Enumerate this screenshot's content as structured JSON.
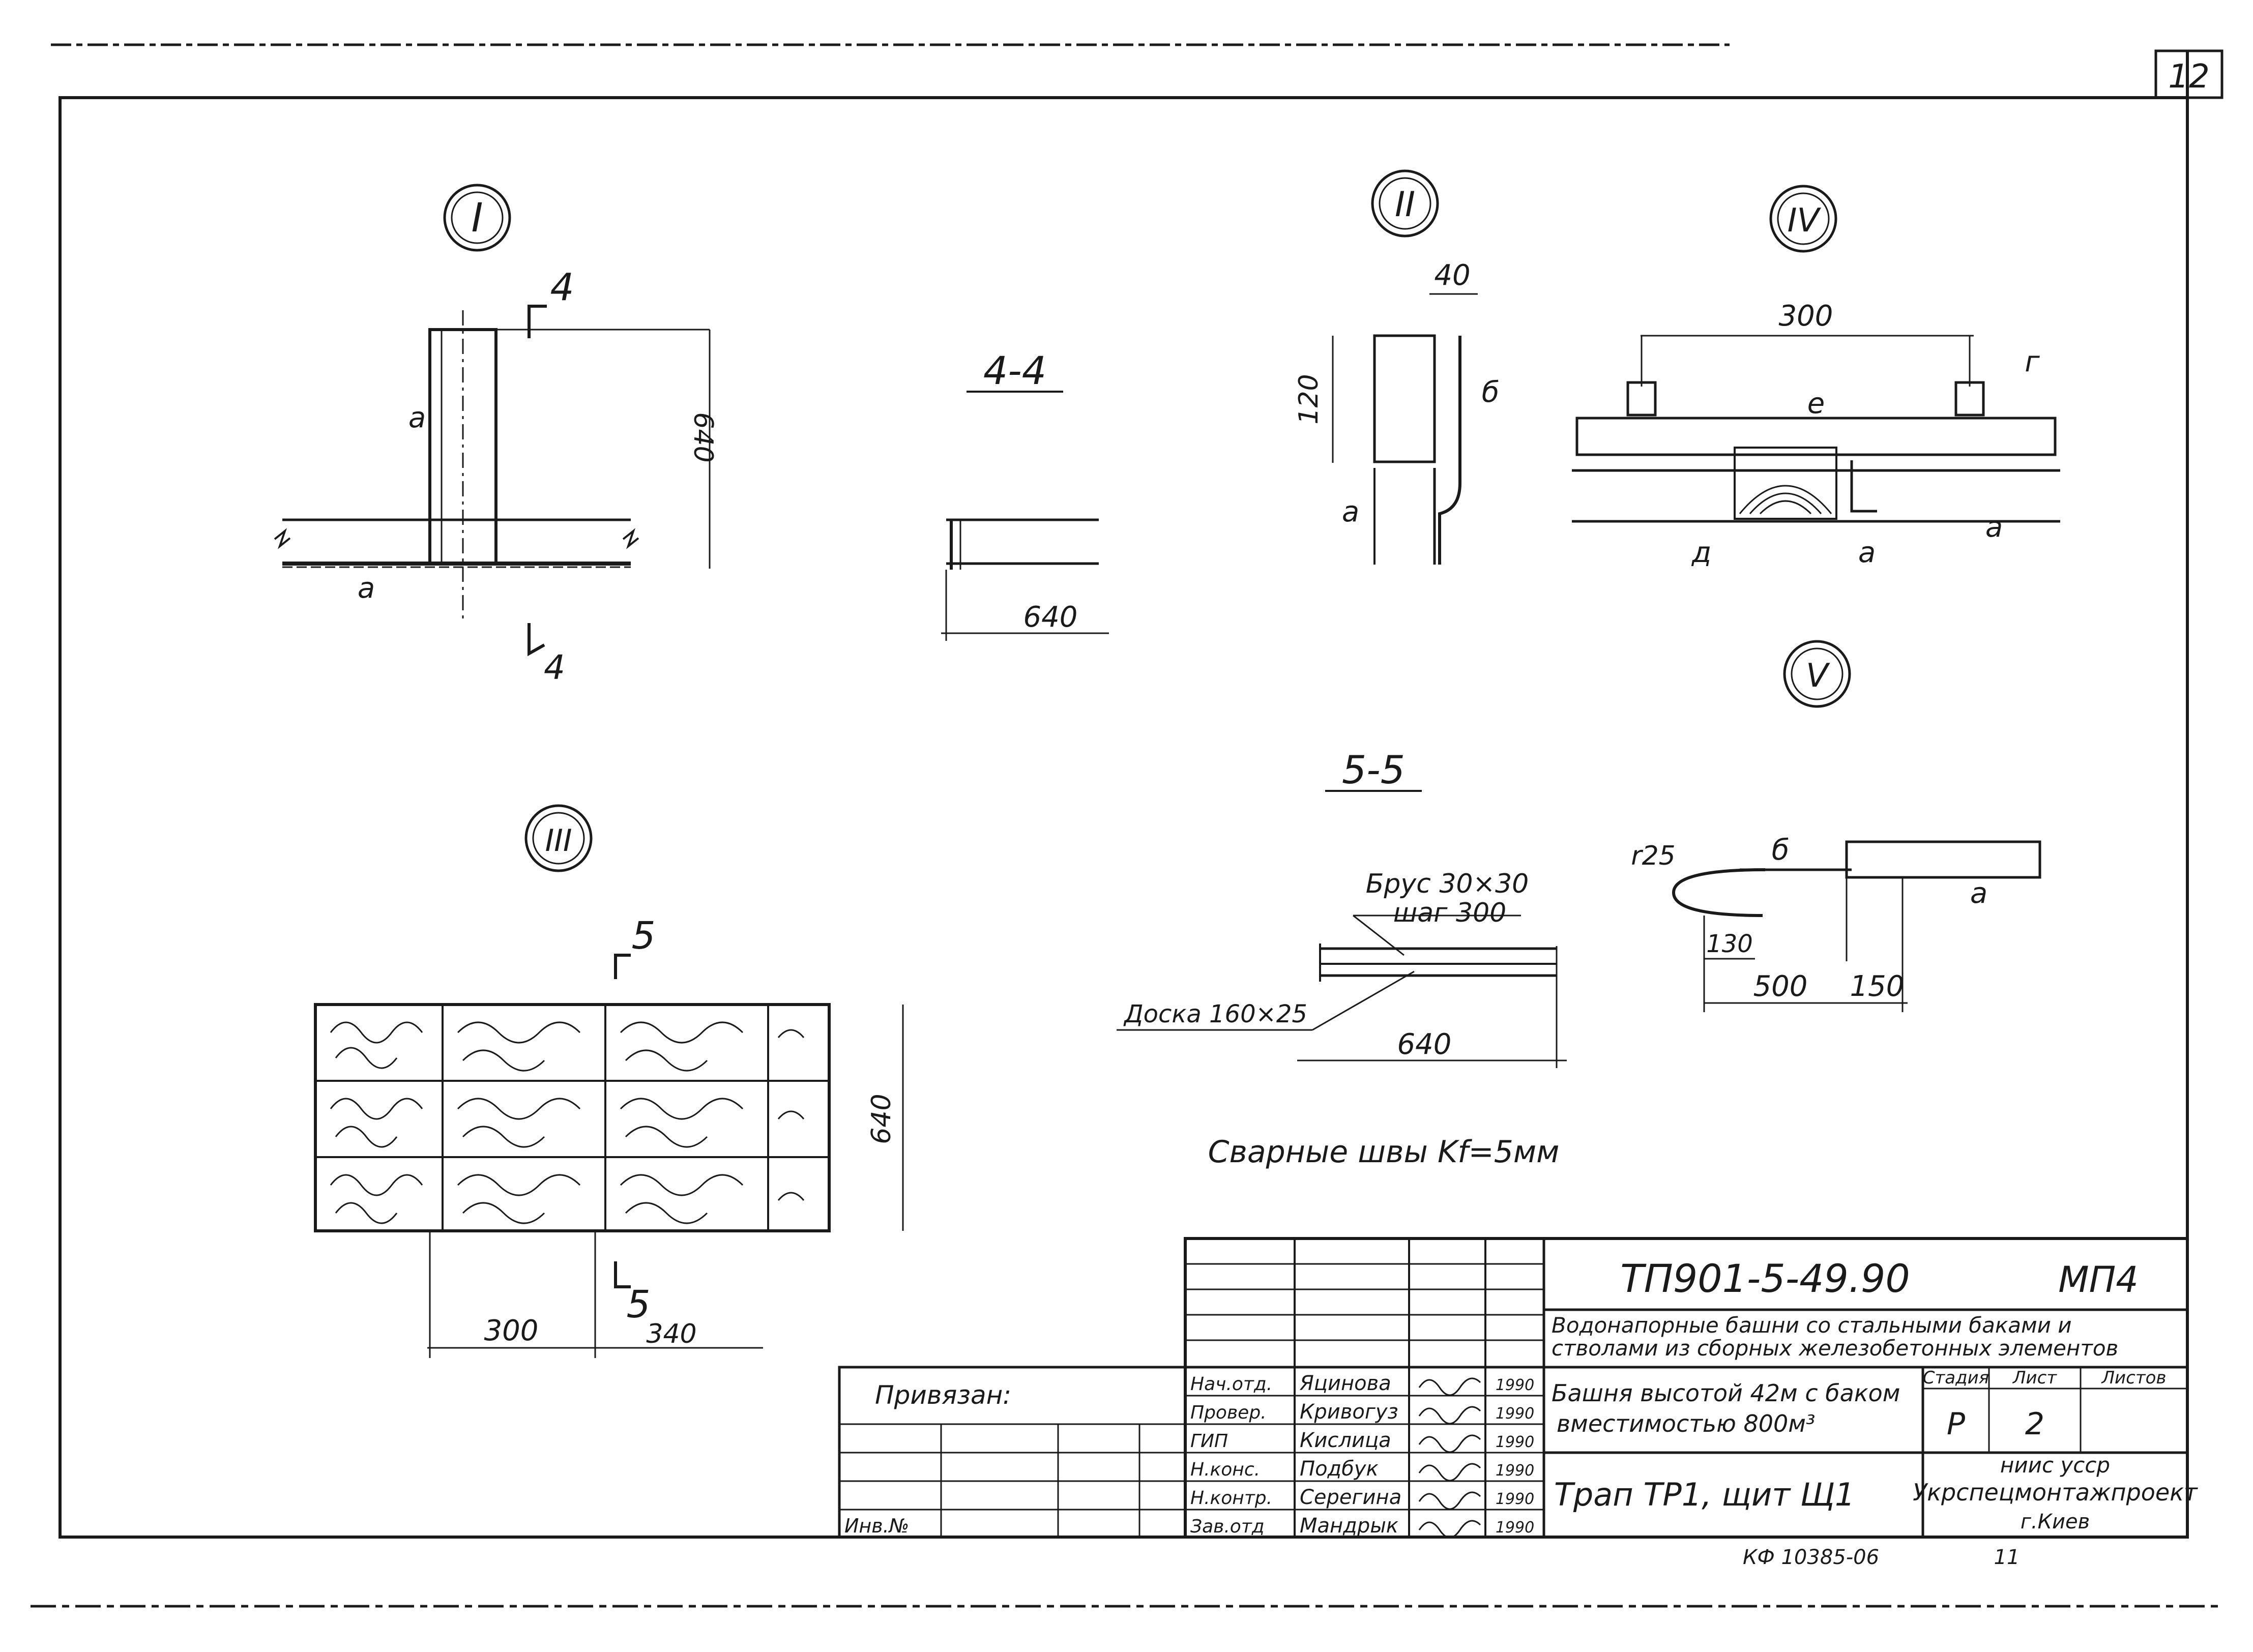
{
  "sheet": {
    "page_number": "12"
  },
  "views": {
    "v1": {
      "marker": "I",
      "label_a_upper": "a",
      "label_a_lower": "a",
      "dim_height": "640",
      "cut_label_top": "4",
      "cut_label_bottom": "4"
    },
    "section_4_4": {
      "title": "4-4",
      "dim_width": "640"
    },
    "v2": {
      "marker": "II",
      "dim_top": "40",
      "dim_side": "120",
      "label_b": "б",
      "label_a": "а"
    },
    "v3": {
      "marker": "III",
      "dim_height": "640",
      "dim_width": "300",
      "dim_width_right": "340",
      "cut_label_top": "5",
      "cut_label_bottom": "5"
    },
    "v4": {
      "marker": "IV",
      "dim_span": "300",
      "label_g": "г",
      "label_e": "е",
      "label_d": "д",
      "label_a1": "а",
      "label_a2": "а"
    },
    "section_5_5": {
      "title": "5-5",
      "callout_bar_line1": "Брус 30×30",
      "callout_bar_line2": "шаг 300",
      "callout_board": "Доска 160×25",
      "dim_width": "640"
    },
    "v5": {
      "marker": "V",
      "label_r": "r25",
      "label_b": "б",
      "label_a": "а",
      "dim_130": "130",
      "dim_500": "500",
      "dim_150": "150"
    }
  },
  "notes": {
    "weld": "Сварные швы Kf=5мм"
  },
  "title_block": {
    "designation": "ТП901-5-49.90",
    "sheet_code": "МП4",
    "project_title_line1": "Водонапорные башни со стальными баками и",
    "project_title_line2": "стволами из сборных железобетонных элементов",
    "object_line1": "Башня высотой 42м с баком",
    "object_line2": "вместимостью 800м³",
    "drawing_name": "Трап ТР1, щит Щ1",
    "stage_header": "Стадия",
    "sheet_header": "Лист",
    "sheets_header": "Листов",
    "stage": "Р",
    "sheet": "2",
    "org_line1": "ниис усср",
    "org_line2": "Укрспецмонтажпроект",
    "org_line3": "г.Киев",
    "binding_label": "Привязан:",
    "inv_label": "Инв.№",
    "roles": [
      "Нач.отд.",
      "Провер.",
      "ГИП",
      "Н.конс.",
      "Н.контр.",
      "Зав.отд"
    ],
    "names": [
      "Яцинова",
      "Кривогуз",
      "Кислица",
      "Подбук",
      "Серегина",
      "Мандрык"
    ],
    "dates": [
      "1990",
      "1990",
      "1990",
      "1990",
      "1990",
      "1990"
    ]
  },
  "footer": {
    "archive": "КФ 10385-06",
    "format": "11"
  }
}
